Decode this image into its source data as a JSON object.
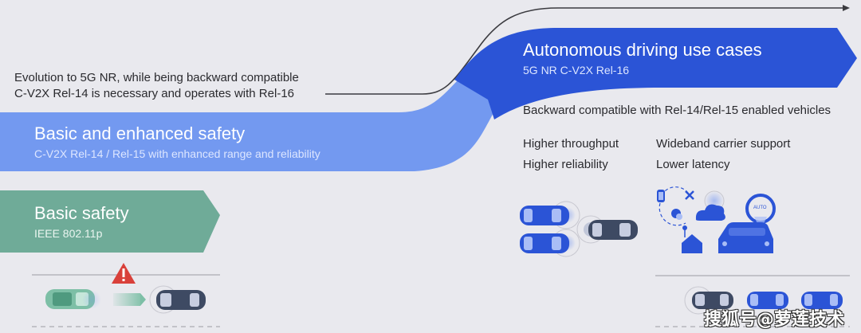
{
  "diagram": {
    "evolution_note": {
      "line1": "Evolution to 5G NR, while being backward compatible",
      "line2": "C-V2X Rel-14 is necessary and operates with Rel-16"
    },
    "stages": [
      {
        "id": "basic-safety",
        "title": "Basic safety",
        "subtitle": "IEEE 802.11p",
        "color": "#6fab98"
      },
      {
        "id": "basic-enhanced-safety",
        "title": "Basic and enhanced safety",
        "subtitle": "C-V2X Rel-14 / Rel-15 with enhanced range and reliability",
        "color": "#7399f0"
      },
      {
        "id": "autonomous-driving",
        "title": "Autonomous driving use cases",
        "subtitle": "5G NR C-V2X Rel-16",
        "color": "#2b54d6"
      }
    ],
    "backward_compat_note": "Backward compatible with Rel-14/Rel-15 enabled vehicles",
    "features": [
      "Higher throughput",
      "Higher reliability",
      "Wideband carrier support",
      "Lower latency"
    ],
    "icons": {
      "warning": "warning-triangle-icon",
      "auto_badge": "AUTO"
    },
    "colors": {
      "warning": "#d9403a",
      "dark_car": "#3e4a63",
      "green_car": "#7dbfa6",
      "blue_car": "#2b54d6"
    },
    "watermark": "搜狐号@萝莲技术"
  }
}
